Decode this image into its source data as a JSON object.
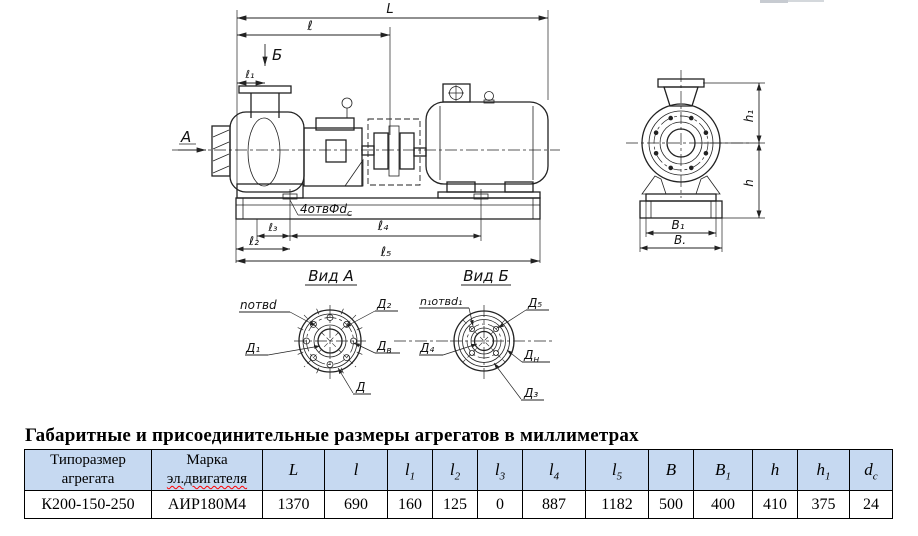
{
  "section_title": "Габаритные и присоединительные размеры агрегатов в миллиметрах",
  "drawing": {
    "labels": {
      "L": "L",
      "l": "ℓ",
      "l1": "ℓ₁",
      "l2": "ℓ₂",
      "l3": "ℓ₃",
      "l4": "ℓ₄",
      "l5": "ℓ₅",
      "view_a_arrow": "А",
      "view_b_arrow": "Б",
      "holes_note_base": "4отвФd",
      "holes_note_sub": "c",
      "h": "h",
      "h1": "h₁",
      "B": "В.",
      "B1": "В₁",
      "vid_a_title": "Вид А",
      "vid_b_title": "Вид Б",
      "a_holes": "nотвd",
      "a_d1": "Д₁",
      "a_d2": "Д₂",
      "a_dv_base": "Д",
      "a_dv_sub": "в",
      "a_d": "Д",
      "b_holes": "n₁отвd₁",
      "b_d4": "Д₄",
      "b_d5": "Д₅",
      "b_dn_base": "Д",
      "b_dn_sub": "н",
      "b_d3": "Д₃"
    }
  },
  "table": {
    "headers": [
      {
        "id": "type",
        "lines": [
          "Типоразмер",
          "агрегата"
        ]
      },
      {
        "id": "motor",
        "lines": [
          "Марка",
          "эл.двигателя"
        ],
        "spell_line": 1
      },
      {
        "id": "L",
        "base": "L",
        "sub": ""
      },
      {
        "id": "l",
        "base": "l",
        "sub": ""
      },
      {
        "id": "l1",
        "base": "l",
        "sub": "1"
      },
      {
        "id": "l2",
        "base": "l",
        "sub": "2"
      },
      {
        "id": "l3",
        "base": "l",
        "sub": "3"
      },
      {
        "id": "l4",
        "base": "l",
        "sub": "4"
      },
      {
        "id": "l5",
        "base": "l",
        "sub": "5"
      },
      {
        "id": "B",
        "base": "B",
        "sub": ""
      },
      {
        "id": "B1",
        "base": "B",
        "sub": "1"
      },
      {
        "id": "h",
        "base": "h",
        "sub": ""
      },
      {
        "id": "h1",
        "base": "h",
        "sub": "1"
      },
      {
        "id": "dc",
        "base": "d",
        "sub": "c"
      }
    ],
    "rows": [
      [
        "К200-150-250",
        "АИР180М4",
        "1370",
        "690",
        "160",
        "125",
        "0",
        "887",
        "1182",
        "500",
        "400",
        "410",
        "375",
        "24"
      ]
    ]
  },
  "colors": {
    "header_fill": "#c6d9f1",
    "table_border": "#000000",
    "drawing_ink": "#222222",
    "spell_underline": "#ff0000"
  }
}
